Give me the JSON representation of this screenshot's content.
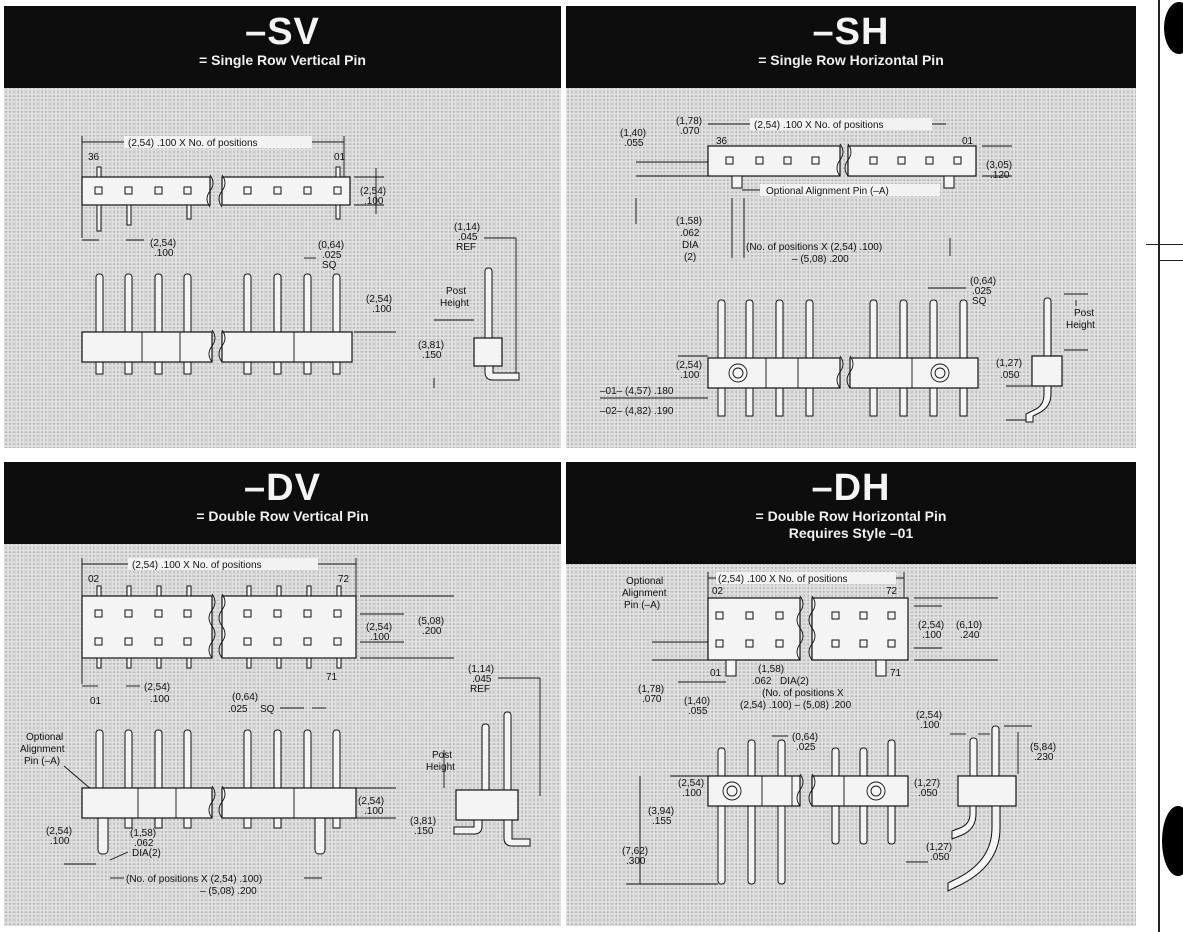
{
  "sv": {
    "code": "–SV",
    "desc": "= Single Row Vertical Pin",
    "dim_pitch_positions": "(2,54) .100 X No. of positions",
    "pos_first": "36",
    "pos_last": "01",
    "h_mm": "(2,54)",
    "h_in": ".100",
    "pitch_mm": "(2,54)",
    "pitch_in": ".100",
    "sq_mm": "(0,64)",
    "sq_in": ".025",
    "sq_label": "SQ",
    "ref_mm": "(1,14)",
    "ref_in": ".045",
    "ref_label": "REF",
    "body_mm": "(2,54)",
    "body_in": ".100",
    "post": "Post",
    "height": "Height",
    "tail_mm": "(3,81)",
    "tail_in": ".150"
  },
  "sh": {
    "code": "–SH",
    "desc": "= Single Row Horizontal Pin",
    "a_mm": "(1,40)",
    "a_in": ".055",
    "b_mm": "(1,78)",
    "b_in": ".070",
    "dim_pitch_positions": "(2,54) .100 X No. of positions",
    "pos_first": "36",
    "pos_last": "01",
    "h_mm": "(3,05)",
    "h_in": ".120",
    "align_pin": "Optional Alignment Pin (–A)",
    "dia_mm": "(1,58)",
    "dia_in": ".062",
    "dia_label": "DIA",
    "dia_qty": "(2)",
    "pos_formula": "(No. of positions X (2,54) .100)",
    "pos_formula2": "– (5,08) .200",
    "sq_mm": "(0,64)",
    "sq_in": ".025",
    "sq_label": "SQ",
    "post": "Post",
    "height": "Height",
    "body_mm": "(2,54)",
    "body_in": ".100",
    "off_mm": "(1,27)",
    "off_in": ".050",
    "style01": "–01– (4,57) .180",
    "style02": "–02– (4,82) .190"
  },
  "dv": {
    "code": "–DV",
    "desc": "= Double Row Vertical Pin",
    "dim_pitch_positions": "(2,54) .100 X No. of positions",
    "pos_first": "02",
    "pos_last": "72",
    "pos_a": "01",
    "pos_b": "71",
    "row_mm": "(2,54)",
    "row_in": ".100",
    "h_mm": "(5,08)",
    "h_in": ".200",
    "pitch_mm": "(2,54)",
    "pitch_in": ".100",
    "sq_mm": "(0,64)",
    "sq_in": ".025",
    "sq_label": "SQ",
    "ref_mm": "(1,14)",
    "ref_in": ".045",
    "ref_label": "REF",
    "align1": "Optional",
    "align2": "Alignment",
    "align3": "Pin (–A)",
    "post": "Post",
    "height": "Height",
    "body_mm": "(2,54)",
    "body_in": ".100",
    "tail_mm": "(3,81)",
    "tail_in": ".150",
    "off_mm": "(2,54)",
    "off_in": ".100",
    "dia_mm": "(1,58)",
    "dia_in": ".062",
    "dia_label": "DIA(2)",
    "pos_formula": "(No. of positions X (2,54) .100)",
    "pos_formula2": "– (5,08) .200"
  },
  "dh": {
    "code": "–DH",
    "desc": "= Double Row Horizontal Pin",
    "desc2": "Requires Style –01",
    "align1": "Optional",
    "align2": "Alignment",
    "align3": "Pin (–A)",
    "dim_pitch_positions": "(2,54) .100 X No. of positions",
    "pos_first": "02",
    "pos_last": "72",
    "pos_a": "01",
    "pos_b": "71",
    "row_mm": "(2,54)",
    "row_in": ".100",
    "h_mm": "(6,10)",
    "h_in": ".240",
    "dia_mm": "(1,58)",
    "dia_in": ".062",
    "dia_label": "DIA(2)",
    "a_mm": "(1,78)",
    "a_in": ".070",
    "b_mm": "(1,40)",
    "b_in": ".055",
    "pos_formula": "(No. of positions X",
    "pos_formula2": "(2,54) .100) – (5,08) .200",
    "pitch_mm": "(2,54)",
    "pitch_in": ".100",
    "sq_mm": "(0,64)",
    "sq_in": ".025",
    "post_mm": "(5,84)",
    "post_in": ".230",
    "body_mm": "(2,54)",
    "body_in": ".100",
    "tail_mm": "(3,94)",
    "tail_in": ".155",
    "off_mm": "(1,27)",
    "off_in": ".050",
    "off2_mm": "(1,27)",
    "off2_in": ".050",
    "total_mm": "(7,62)",
    "total_in": ".300"
  }
}
